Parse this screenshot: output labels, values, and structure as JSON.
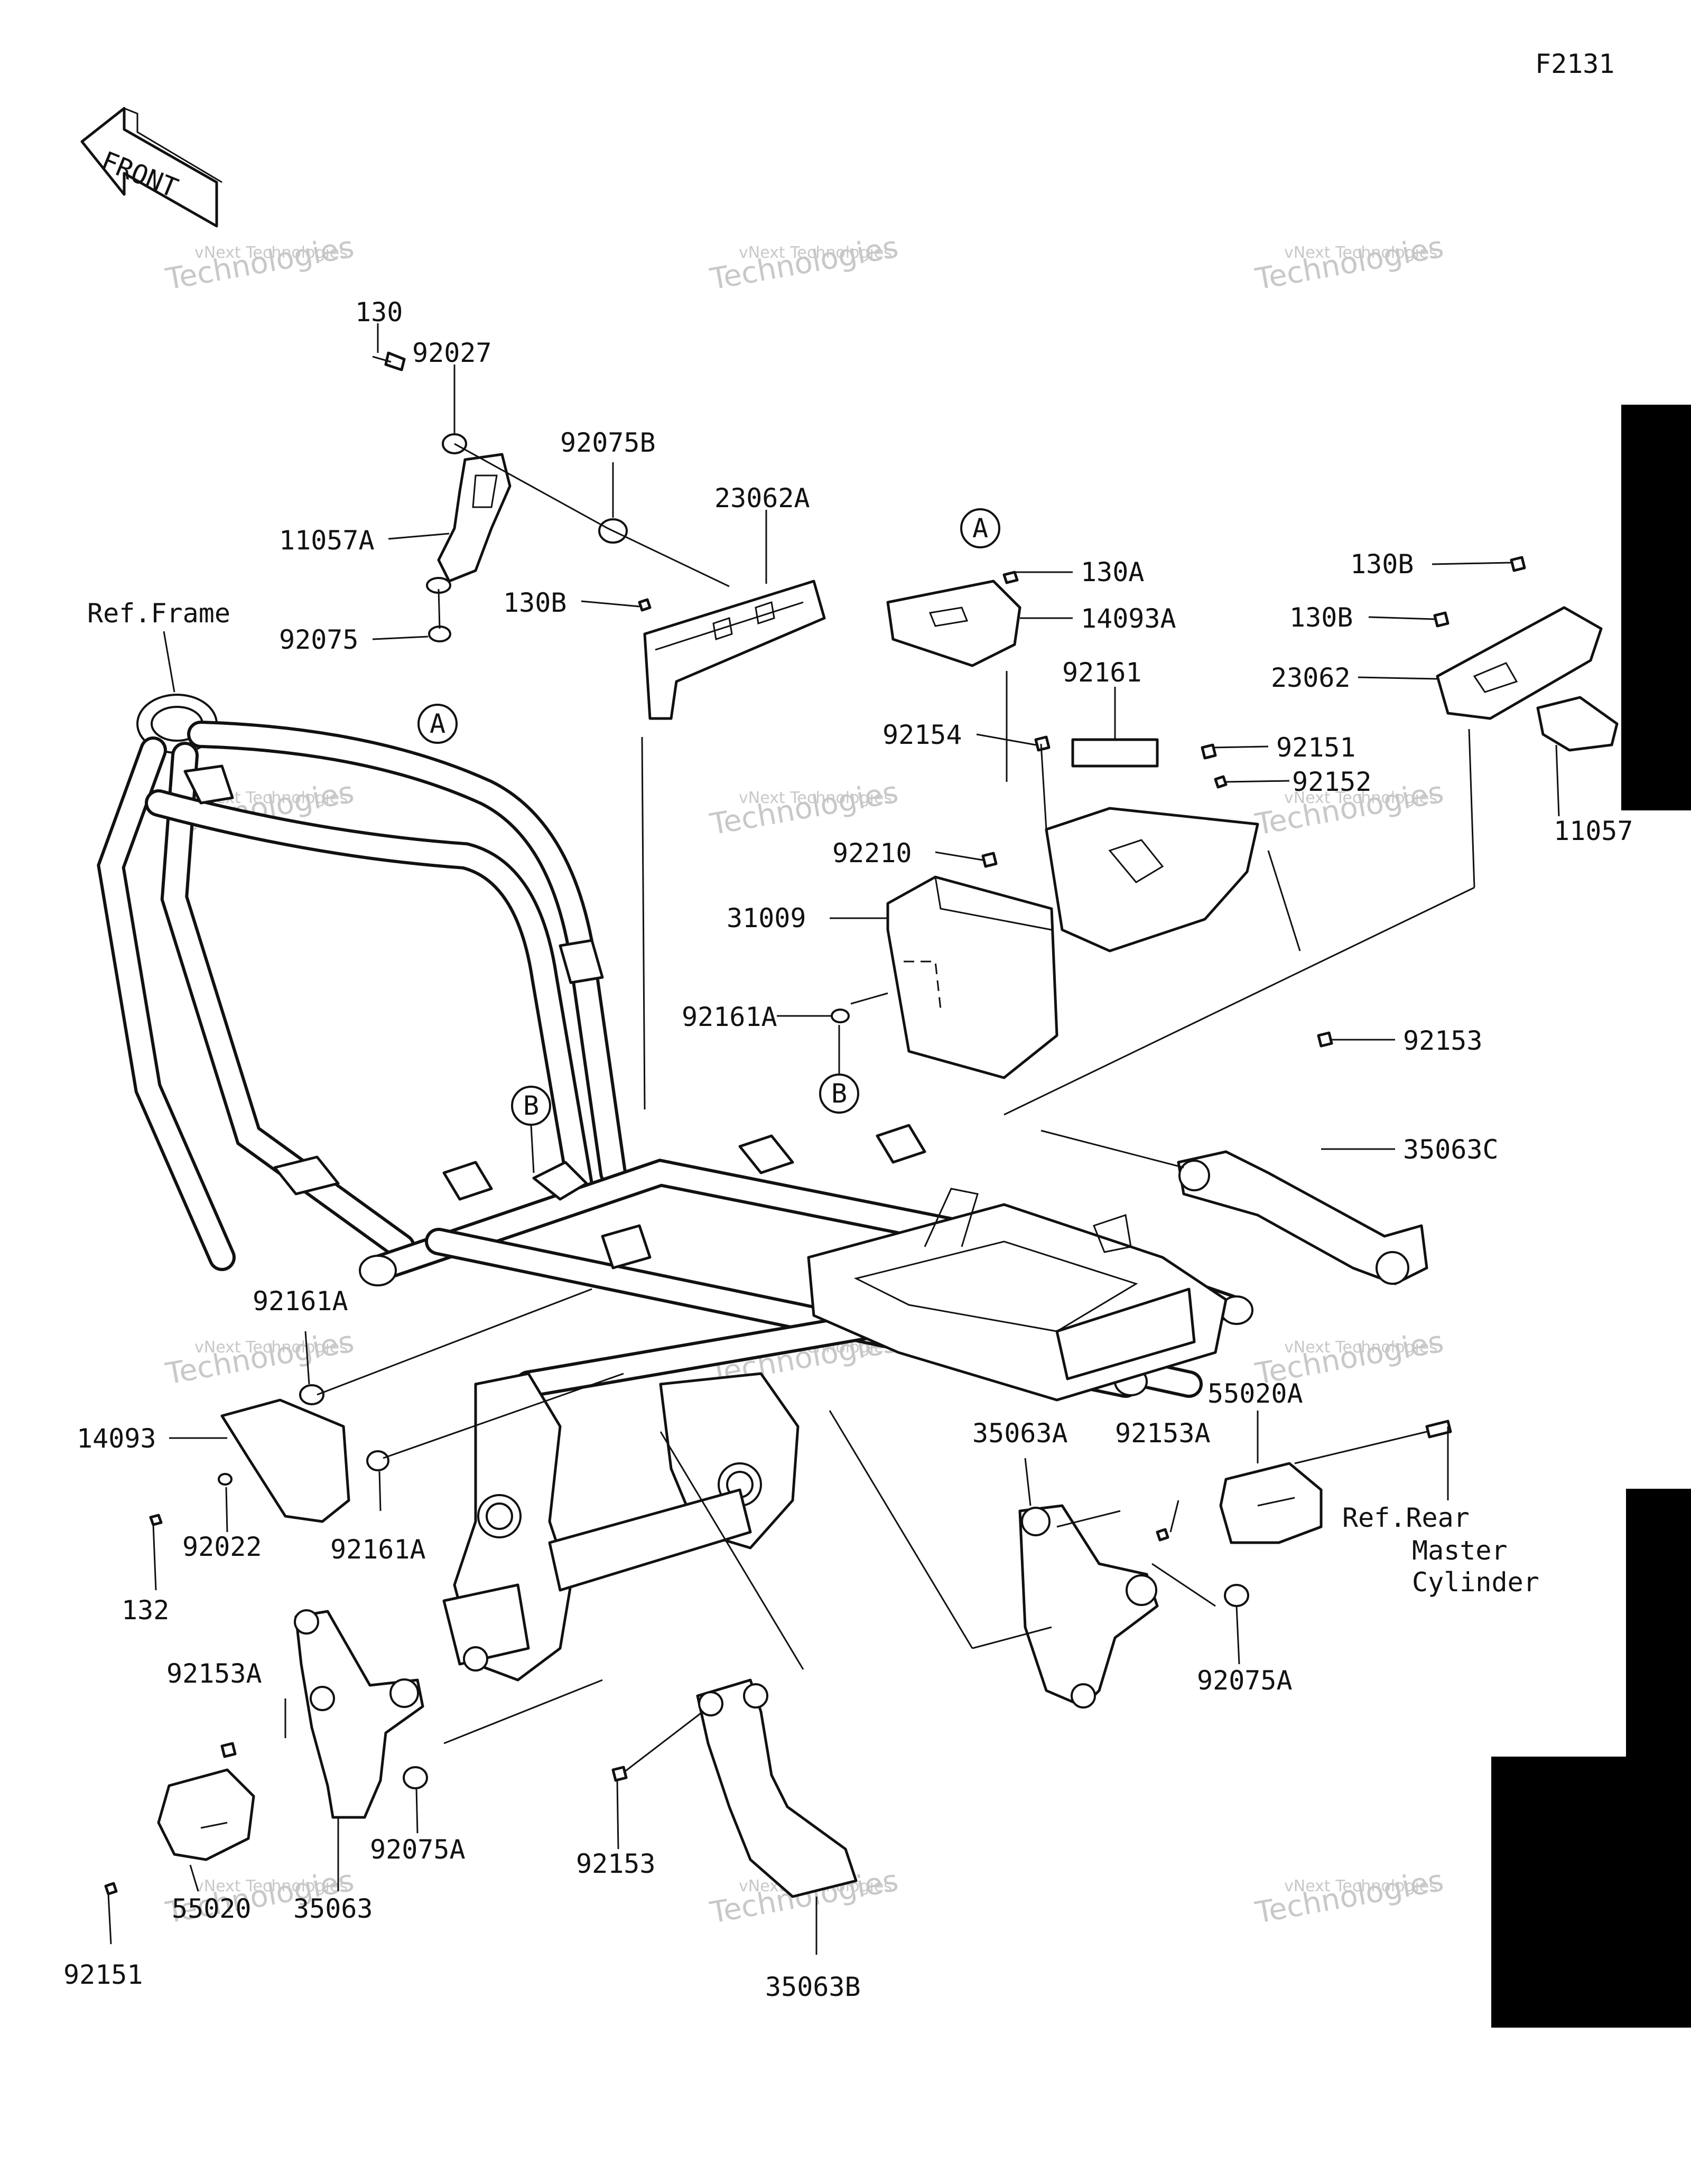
{
  "diagram_code": "F2131",
  "front_arrow": {
    "label": "FRONT"
  },
  "watermark": {
    "line1": "vNext Technologies",
    "line2": "Technologies"
  },
  "callouts": {
    "circle_a_top": "A",
    "circle_a_left": "A",
    "circle_b_left": "B",
    "circle_b_mid": "B"
  },
  "labels": {
    "p130": "130",
    "p92027": "92027",
    "p92075B": "92075B",
    "p23062A": "23062A",
    "p11057A": "11057A",
    "ref_frame": "Ref.Frame",
    "p92075": "92075",
    "p130B_mid": "130B",
    "p130A": "130A",
    "p14093A": "14093A",
    "p130B_r1": "130B",
    "p130B_r2": "130B",
    "p23062": "23062",
    "p11057": "11057",
    "p92161": "92161",
    "p92154": "92154",
    "p92151_top": "92151",
    "p92152": "92152",
    "p92210": "92210",
    "p31009": "31009",
    "p92161A_top": "92161A",
    "p92153_top": "92153",
    "p35063C": "35063C",
    "p92161A_l1": "92161A",
    "p14093": "14093",
    "p92022": "92022",
    "p92161A_l2": "92161A",
    "p132": "132",
    "p35063A": "35063A",
    "p92153A_r": "92153A",
    "p55020A": "55020A",
    "ref_rear_1": "Ref.Rear",
    "ref_rear_2": "Master",
    "ref_rear_3": "Cylinder",
    "p92075A_r": "92075A",
    "p92153A_l": "92153A",
    "p92075A_l": "92075A",
    "p92153_bot": "92153",
    "p55020": "55020",
    "p35063": "35063",
    "p92151_bot": "92151",
    "p35063B": "35063B"
  }
}
